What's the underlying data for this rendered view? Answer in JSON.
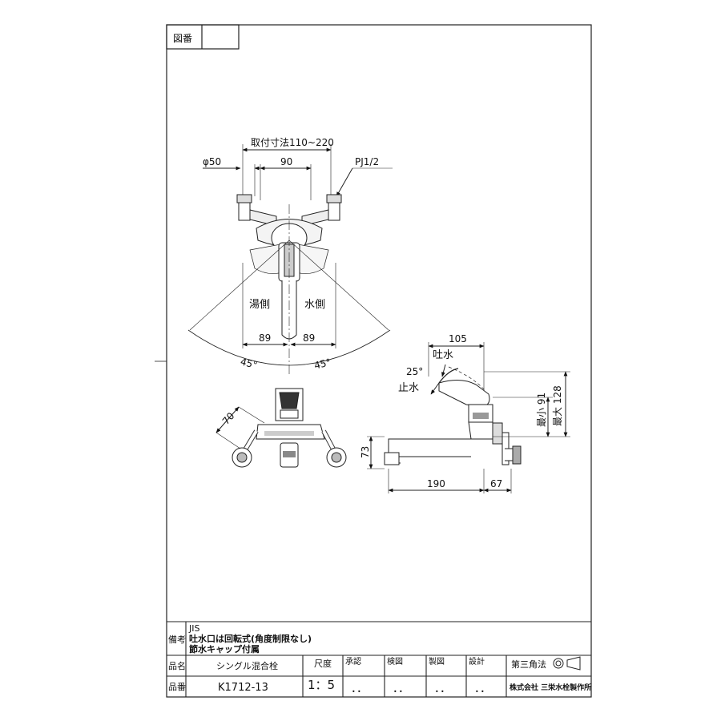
{
  "frame": {
    "zuban_label": "図番"
  },
  "top_view": {
    "mount_range": "取付寸法110~220",
    "dia": "φ50",
    "center": "90",
    "pipe": "PJ1/2",
    "hot_side": "湯側",
    "cold_side": "水側",
    "left_89": "89",
    "right_89": "89",
    "left_angle": "45°",
    "right_angle": "45°"
  },
  "front_view": {
    "dim_70": "70"
  },
  "side_view": {
    "dim_105": "105",
    "spout_open": "吐水",
    "angle_25": "25°",
    "spout_close": "止水",
    "min_91": "最小 91",
    "max_128": "最大 128",
    "dim_73": "73",
    "dim_190": "190",
    "dim_67": "67"
  },
  "title_block": {
    "remarks_label": "備考",
    "remarks": [
      "JIS",
      "吐水口は回転式(角度制限なし)",
      "節水キャップ付属"
    ],
    "name_label": "品名",
    "name_value": "シングル混合栓",
    "scale_label": "尺度",
    "scale_value": "1：5",
    "approve_label": "承認",
    "inspect_label": "検図",
    "draft_label": "製図",
    "design_label": "設計",
    "projection_label": "第三角法",
    "part_label": "品番",
    "part_value": "K1712-13",
    "company": "株式会社 三栄水栓製作所",
    "dots": "．．"
  }
}
